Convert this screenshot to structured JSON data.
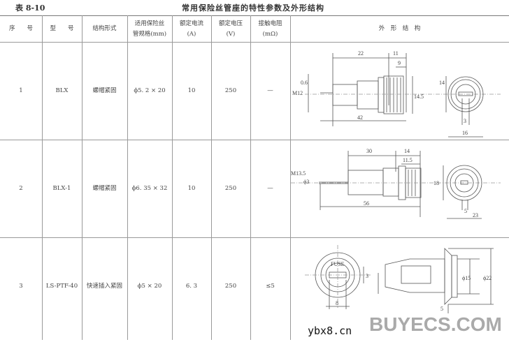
{
  "table_label": "表 8-10",
  "table_title": "常用保险丝管座的特性参数及外形结构",
  "headers": [
    "序　　号",
    "型　　号",
    "结构形式",
    "适用保险丝\n管规格(mm)",
    "额定电流\n(A)",
    "额定电压\n(V)",
    "接触电阻\n(mΩ)",
    "外　形　结　构"
  ],
  "rows": [
    {
      "no": "1",
      "model": "BLX",
      "structure": "螺帽紧固",
      "spec": "ϕ5. 2 × 20",
      "current": "10",
      "voltage": "250",
      "resistance": "—",
      "dims": {
        "a": "22",
        "b": "11",
        "c": "9",
        "d": "M12",
        "e": "0.6",
        "f": "14.5",
        "g": "42",
        "h": "14",
        "i": "3",
        "j": "16"
      }
    },
    {
      "no": "2",
      "model": "BLX-1",
      "structure": "螺帽紧固",
      "spec": "ϕ6. 35 × 32",
      "current": "10",
      "voltage": "250",
      "resistance": "—",
      "dims": {
        "a": "30",
        "b": "14",
        "c": "11.5",
        "d": "M13.5",
        "e": "ϕ3",
        "g": "56",
        "h": "18",
        "i": "5",
        "j": "23"
      }
    },
    {
      "no": "3",
      "model": "LS-PTF-40",
      "structure": "快速插入紧固",
      "spec": "ϕ5 × 20",
      "current": "6. 3",
      "voltage": "250",
      "resistance": "≤5",
      "dims": {
        "fuse": "FUSE",
        "w": "8",
        "s": "3",
        "d1": "ϕ15",
        "d2": "ϕ22",
        "e": "5"
      }
    }
  ],
  "watermarks": [
    "BUYECS.COM",
    "ybx8.cn"
  ]
}
